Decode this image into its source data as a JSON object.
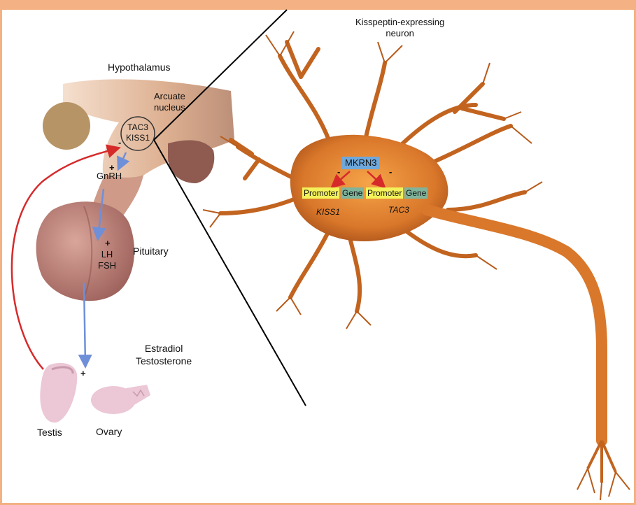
{
  "labels": {
    "hypothalamus": "Hypothalamus",
    "arcuate_line1": "Arcuate",
    "arcuate_line2": "nucleus",
    "tac3_circle": "TAC3",
    "kiss1_circle": "KISS1",
    "minus_feedback": "-",
    "plus_gnrh": "+",
    "gnrh": "GnRH",
    "plus_lh": "+",
    "lh": "LH",
    "fsh": "FSH",
    "pituitary": "Pituitary",
    "estradiol": "Estradiol",
    "testosterone": "Testosterone",
    "plus_gonad": "+",
    "testis": "Testis",
    "ovary": "Ovary",
    "neuron_title_line1": "Kisspeptin-expressing",
    "neuron_title_line2": "neuron",
    "mkrn3": "MKRN3",
    "minus_left": "-",
    "minus_right": "-",
    "promoter_left": "Promoter",
    "gene_left": "Gene",
    "promoter_right": "Promoter",
    "gene_right": "Gene",
    "kiss1_gene": "KISS1",
    "tac3_gene": "TAC3"
  },
  "colors": {
    "frame": "#f4b183",
    "promoter": "#f3f25a",
    "gene": "#7fb49a",
    "mkrn3": "#6fa8dc",
    "stimulatory_arrow": "#6f8fd8",
    "inhibitory_arrow": "#d62a2a",
    "neuron": "#d9772a"
  }
}
